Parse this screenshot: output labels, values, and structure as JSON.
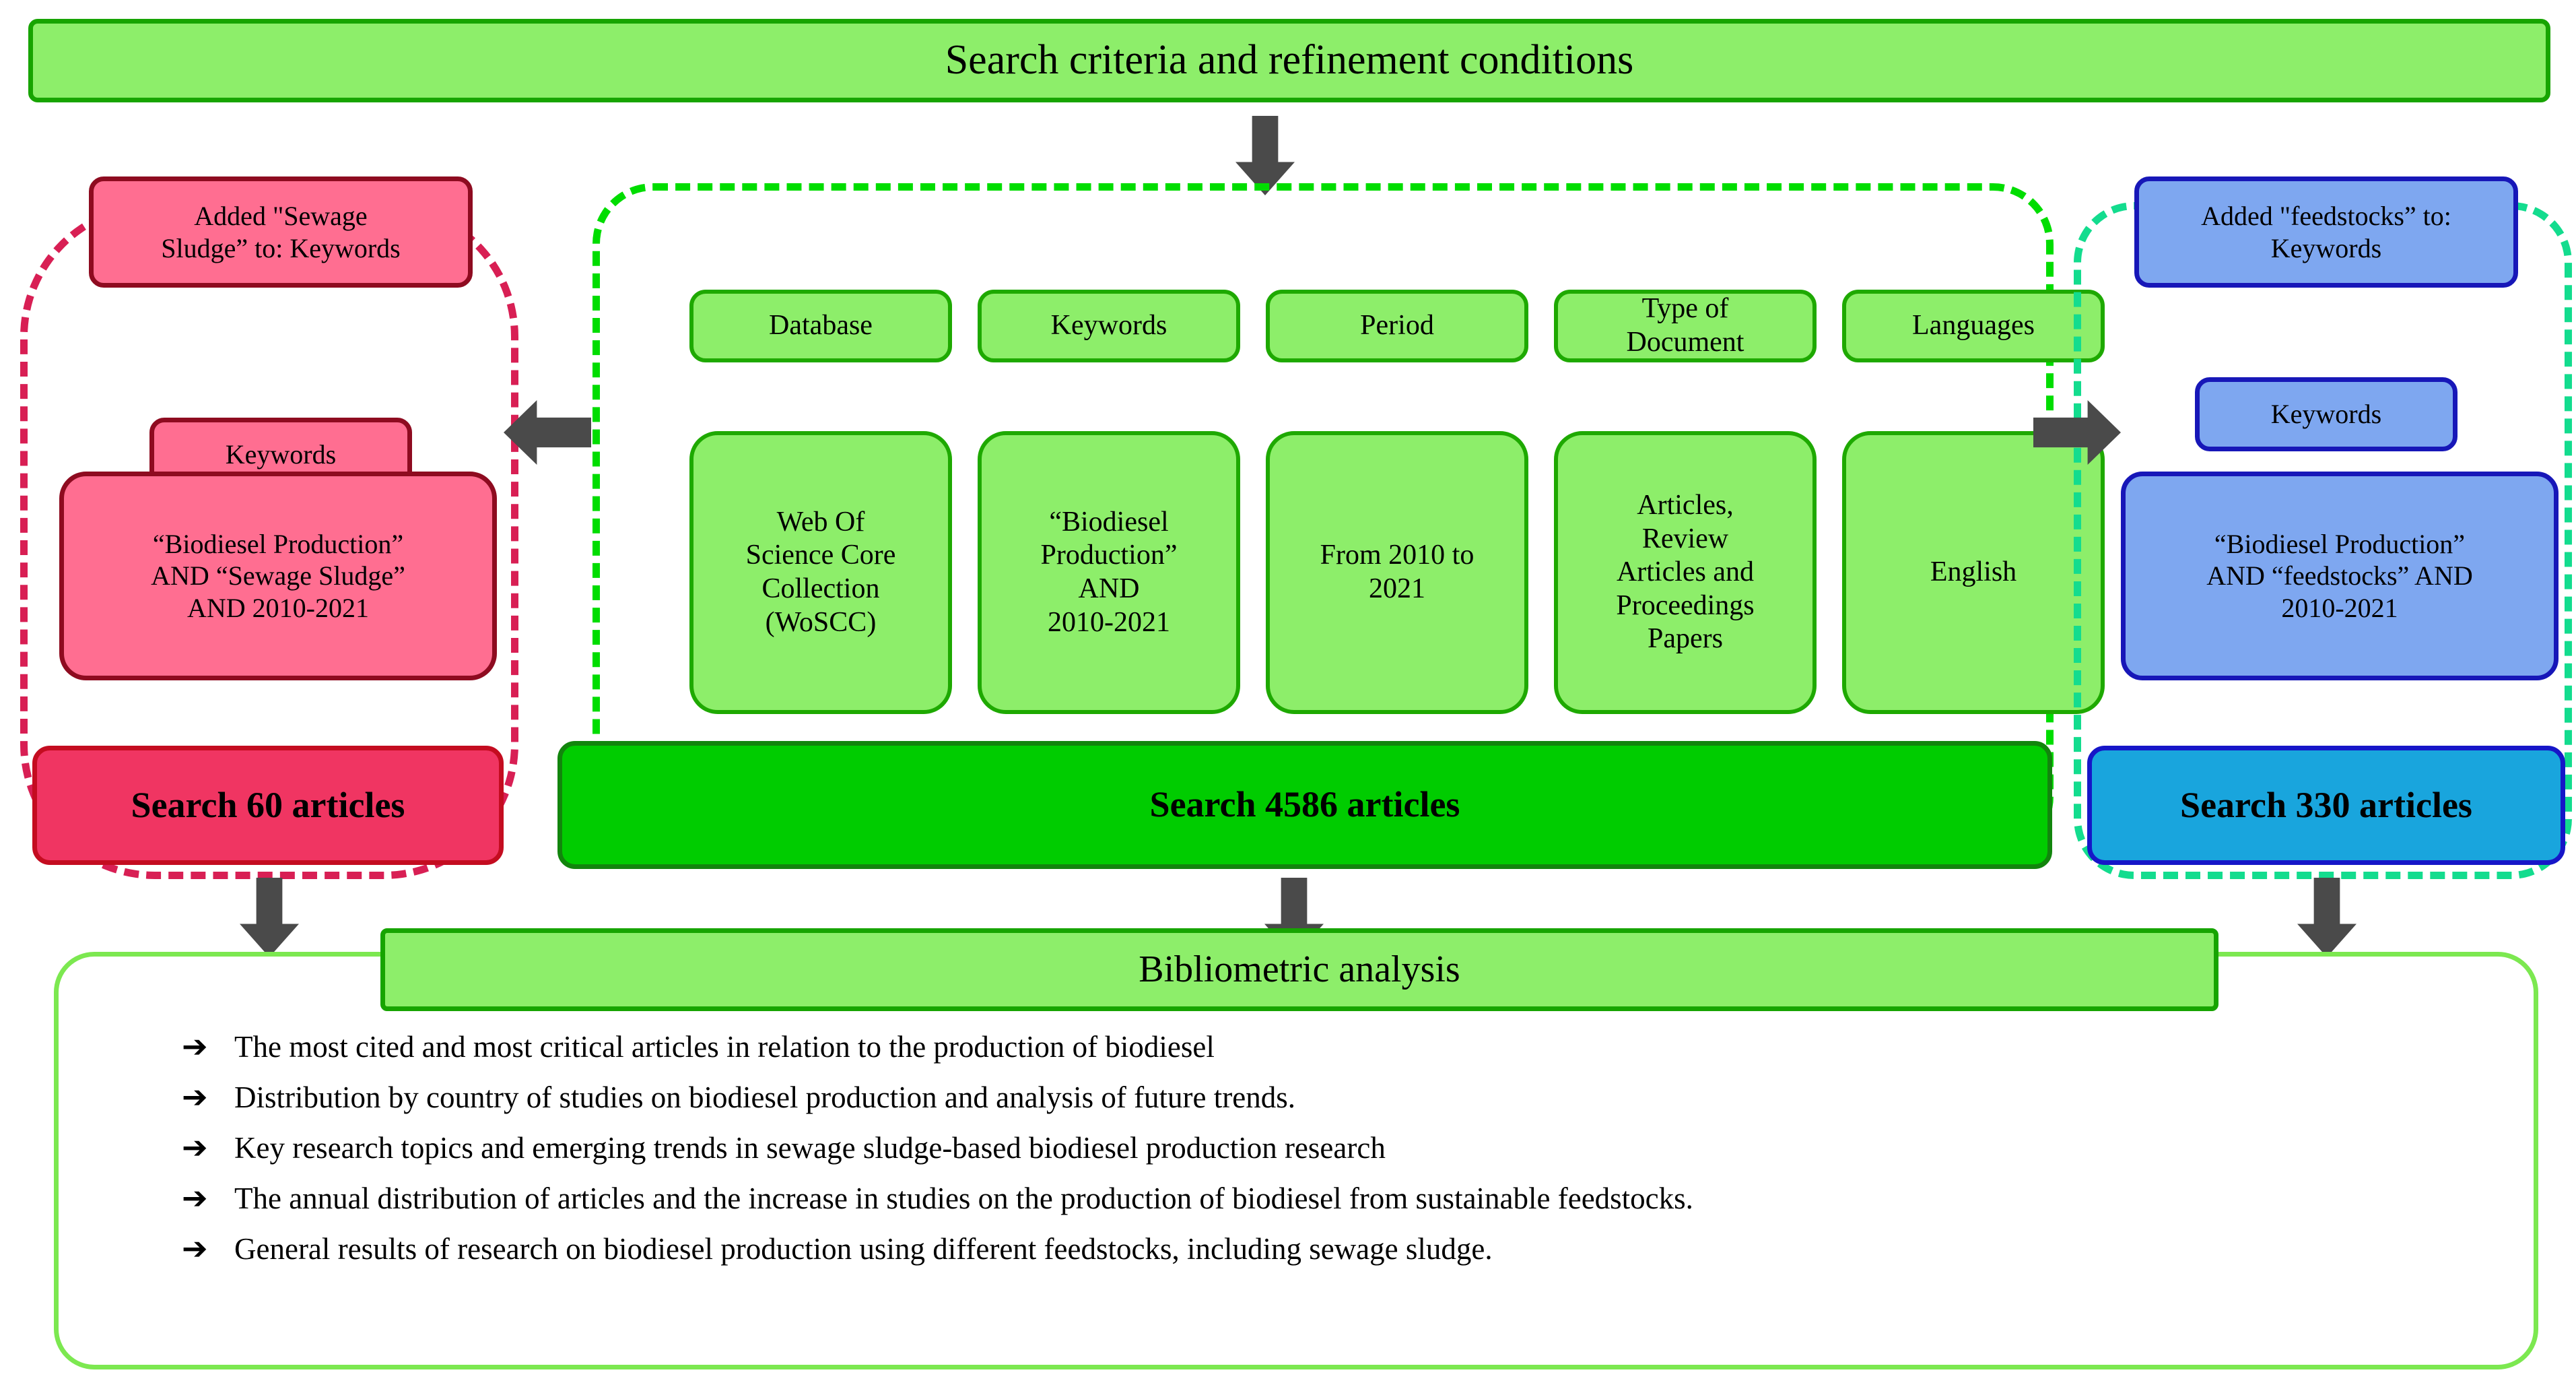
{
  "header": {
    "title": "Search criteria and refinement conditions"
  },
  "center_group": {
    "criteria_labels": [
      "Database",
      "Keywords",
      "Period",
      "Type of\nDocument",
      "Languages"
    ],
    "criteria_values": [
      "Web Of\nScience Core\nCollection\n(WoSCC)",
      "“Biodiesel\nProduction”\nAND\n2010-2021",
      "From 2010 to\n2021",
      "Articles,\nReview\nArticles and\nProceedings\nPapers",
      "English"
    ],
    "border_color": "#00DD00"
  },
  "left_group": {
    "added_note": "Added \"Sewage\nSludge” to: Keywords",
    "field": "Keywords",
    "query": "“Biodiesel Production”\nAND “Sewage Sludge”\nAND 2010-2021",
    "border_color": "#D81F54",
    "fill_color": "#FF6E91"
  },
  "right_group": {
    "added_note": "Added \"feedstocks” to:\nKeywords",
    "field": "Keywords",
    "query": "“Biodiesel Production”\nAND “feedstocks” AND\n2010-2021",
    "border_color": "#13DC8E",
    "fill_color": "#7EA7F0"
  },
  "results": {
    "left": {
      "label": "Search 60 articles",
      "count": 60,
      "color": "#F03562"
    },
    "center": {
      "label": "Search 4586 articles",
      "count": 4586,
      "color": "#00CC00"
    },
    "right": {
      "label": "Search 330 articles",
      "count": 330,
      "color": "#19A5DD"
    }
  },
  "analysis": {
    "title": "Bibliometric analysis",
    "bullet_glyph": "➔",
    "items": [
      "The most cited and most critical articles in relation to the production of biodiesel",
      "Distribution by country of studies on biodiesel production and analysis of future trends.",
      "Key research topics and emerging trends in sewage sludge-based biodiesel production research",
      "The annual distribution of articles and the increase in studies on the production of biodiesel from sustainable feedstocks.",
      "General results of research on biodiesel production using different feedstocks, including sewage sludge."
    ]
  },
  "arrows": {
    "down_icon": "arrow-down-icon",
    "left_icon": "arrow-left-icon",
    "right_icon": "arrow-right-icon",
    "color": "#4A4A4A"
  }
}
